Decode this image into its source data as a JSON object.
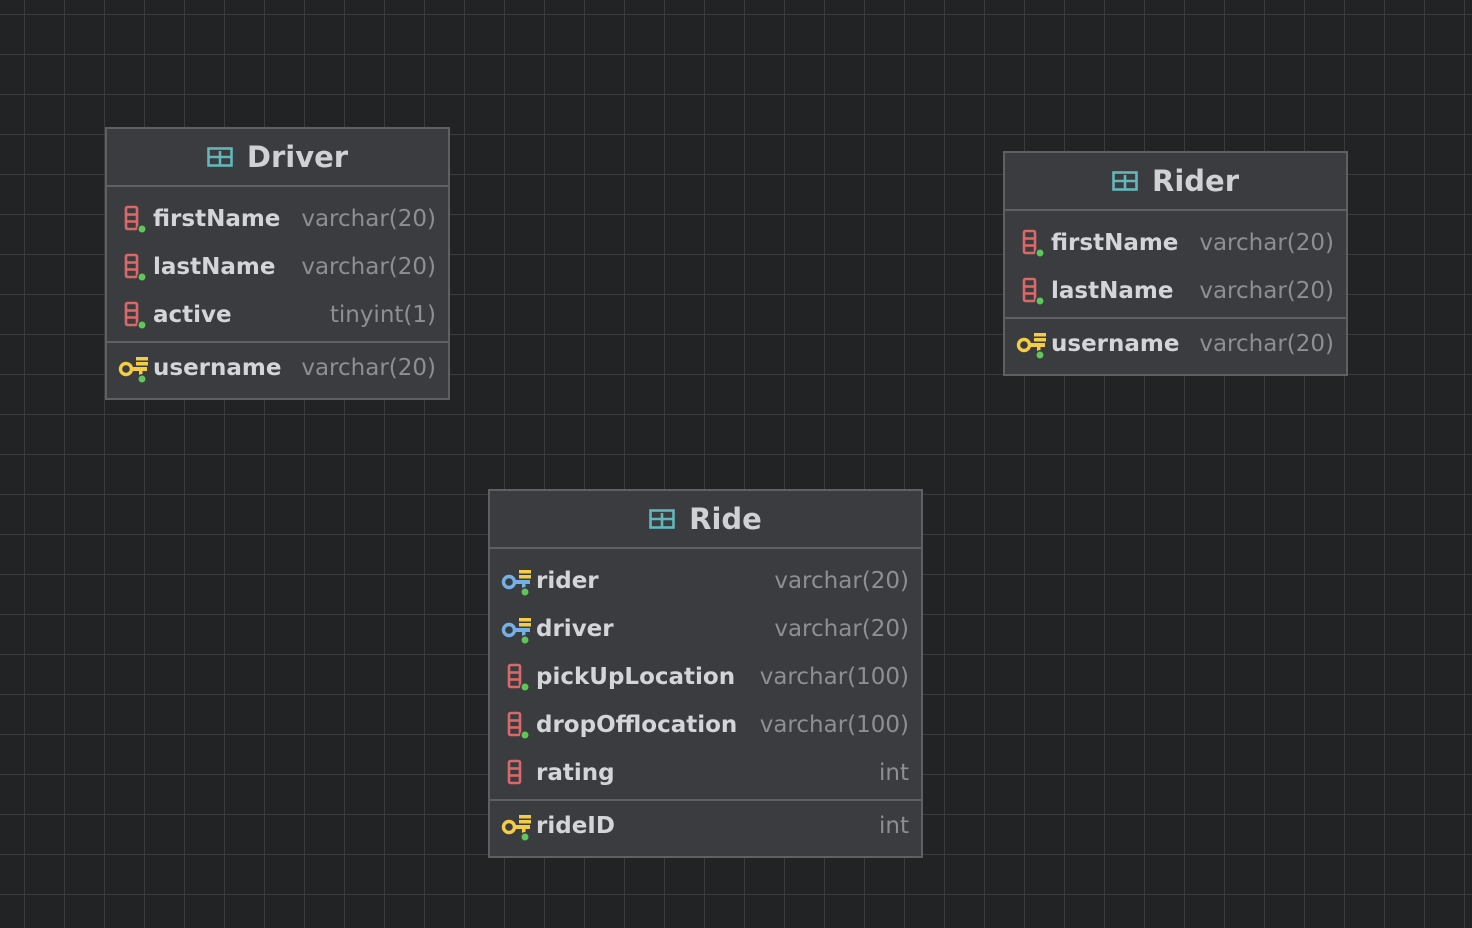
{
  "tables": {
    "driver": {
      "title": "Driver",
      "columns": [
        {
          "name": "firstName",
          "type": "varchar(20)",
          "icon": "column-icon"
        },
        {
          "name": "lastName",
          "type": "varchar(20)",
          "icon": "column-icon"
        },
        {
          "name": "active",
          "type": "tinyint(1)",
          "icon": "column-icon"
        }
      ],
      "primary_key": {
        "name": "username",
        "type": "varchar(20)",
        "icon": "primary-key-icon"
      }
    },
    "rider": {
      "title": "Rider",
      "columns": [
        {
          "name": "firstName",
          "type": "varchar(20)",
          "icon": "column-icon"
        },
        {
          "name": "lastName",
          "type": "varchar(20)",
          "icon": "column-icon"
        }
      ],
      "primary_key": {
        "name": "username",
        "type": "varchar(20)",
        "icon": "primary-key-icon"
      }
    },
    "ride": {
      "title": "Ride",
      "columns": [
        {
          "name": "rider",
          "type": "varchar(20)",
          "icon": "foreign-key-icon"
        },
        {
          "name": "driver",
          "type": "varchar(20)",
          "icon": "foreign-key-icon"
        },
        {
          "name": "pickUpLocation",
          "type": "varchar(100)",
          "icon": "column-icon"
        },
        {
          "name": "dropOfflocation",
          "type": "varchar(100)",
          "icon": "column-icon"
        },
        {
          "name": "rating",
          "type": "int",
          "icon": "column-icon"
        }
      ],
      "primary_key": {
        "name": "rideID",
        "type": "int",
        "icon": "primary-key-icon"
      }
    }
  },
  "colors": {
    "background": "#222325",
    "table_fill": "#3b3c3f",
    "border": "#5f6063",
    "column_icon": "#d9686b",
    "primary_key_icon": "#f2cd45",
    "foreign_key_icon": "#74b0e6",
    "not_null_dot": "#5fc65a",
    "table_icon": "#63b7bb"
  }
}
